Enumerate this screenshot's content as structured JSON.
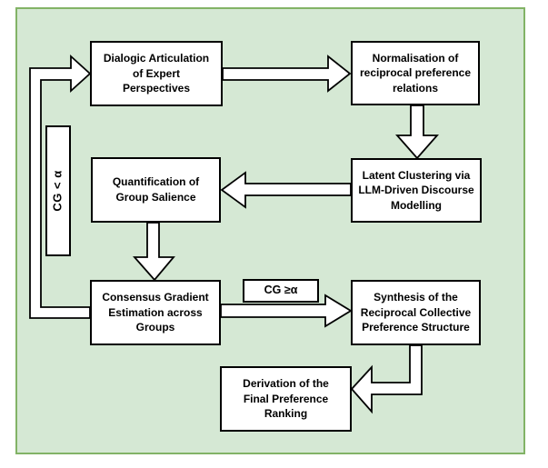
{
  "canvas": {
    "fill": "#d5e8d4",
    "border": "#82b366"
  },
  "nodes": [
    {
      "id": "dialogic-articulation",
      "label": "Dialogic Articulation\nof Expert\nPerspectives"
    },
    {
      "id": "normalisation",
      "label": "Normalisation of\nreciprocal preference\nrelations"
    },
    {
      "id": "latent-clustering",
      "label": "Latent Clustering via\nLLM-Driven Discourse\nModelling"
    },
    {
      "id": "quantification",
      "label": "Quantification of\nGroup Salience"
    },
    {
      "id": "consensus-gradient",
      "label": "Consensus Gradient\nEstimation across\nGroups"
    },
    {
      "id": "synthesis",
      "label": "Synthesis of the\nReciprocal Collective\nPreference Structure"
    },
    {
      "id": "derivation",
      "label": "Derivation of the\nFinal Preference\nRanking"
    }
  ],
  "conditions": {
    "threshold_met": "CG ≥α",
    "feedback_loop": "CG < α"
  },
  "edges": [
    {
      "from": "dialogic-articulation",
      "to": "normalisation"
    },
    {
      "from": "normalisation",
      "to": "latent-clustering"
    },
    {
      "from": "latent-clustering",
      "to": "quantification"
    },
    {
      "from": "quantification",
      "to": "consensus-gradient"
    },
    {
      "from": "consensus-gradient",
      "to": "synthesis",
      "label": "CG ≥α"
    },
    {
      "from": "synthesis",
      "to": "derivation"
    },
    {
      "from": "consensus-gradient",
      "to": "dialogic-articulation",
      "label": "CG < α"
    }
  ]
}
